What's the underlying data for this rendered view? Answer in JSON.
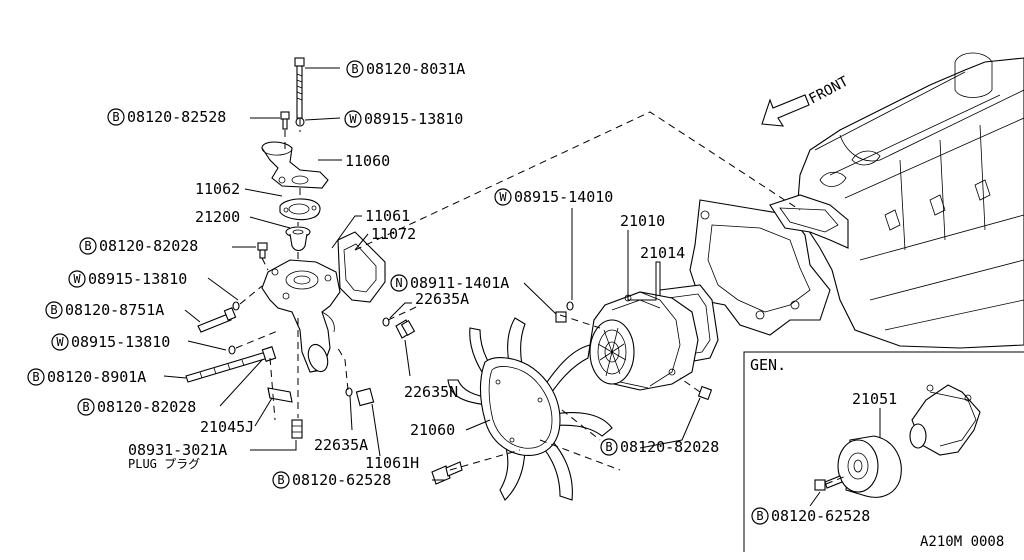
{
  "direction": "FRONT",
  "inset_title": "GEN.",
  "code": "A210M 0008",
  "badges": {
    "b": "B",
    "w": "W",
    "n": "N"
  },
  "labels": {
    "b_8031a": "08120-8031A",
    "b_82528": "08120-82528",
    "w_13810_top": "08915-13810",
    "p_11060": "11060",
    "p_11062": "11062",
    "p_21200": "21200",
    "p_11061": "11061",
    "p_11072": "11072",
    "b_82028_left": "08120-82028",
    "w_13810_mid": "08915-13810",
    "b_8751a": "08120-8751A",
    "w_13810_low": "08915-13810",
    "b_8901a": "08120-8901A",
    "b_82028_low": "08120-82028",
    "p_21045j": "21045J",
    "plug_code": "08931-3021A",
    "plug_text": "PLUG プラグ",
    "p_22635a_top": "22635A",
    "n_1401a": "08911-1401A",
    "p_22635n": "22635N",
    "p_22635a_low": "22635A",
    "p_11061h": "11061H",
    "b_62528": "08120-62528",
    "p_21060": "21060",
    "w_14010": "08915-14010",
    "p_21010": "21010",
    "p_21014": "21014",
    "b_82028_right": "08120-82028",
    "p_21051": "21051",
    "b_62528_inset": "08120-62528"
  }
}
